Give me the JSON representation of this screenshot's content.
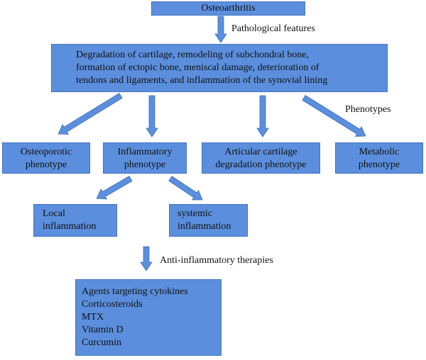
{
  "nodes": {
    "root": "Osteoarthritis",
    "features": [
      "Degradation of cartilage, remodeling of subchondral bone,",
      "formation of ectopic bone, meniscal damage, deterioration of",
      "tendons and ligaments, and inflammation of the synovial lining"
    ],
    "phenotypes": {
      "osteoporotic": [
        "Osteoporotic",
        "phenotype"
      ],
      "inflammatory": [
        "Inflammatory",
        "phenotype"
      ],
      "cartilage": [
        "Articular cartilage",
        "degradation phenotype"
      ],
      "metabolic": [
        "Metabolic",
        "phenotype"
      ]
    },
    "inflammation": {
      "local": [
        "Local",
        "inflammation"
      ],
      "systemic": [
        "systemic",
        "inflammation"
      ]
    },
    "therapies": [
      "Agents targeting cytokines",
      "Corticosteroids",
      "MTX",
      "Vitamin D",
      "Curcumin"
    ]
  },
  "labels": {
    "pathological": "Pathological features",
    "phenotypes": "Phenotypes",
    "anti_inflammatory": "Anti-inflammatory therapies"
  },
  "colors": {
    "box_fill": "#5b8fdd",
    "box_border": "#4472c4"
  }
}
